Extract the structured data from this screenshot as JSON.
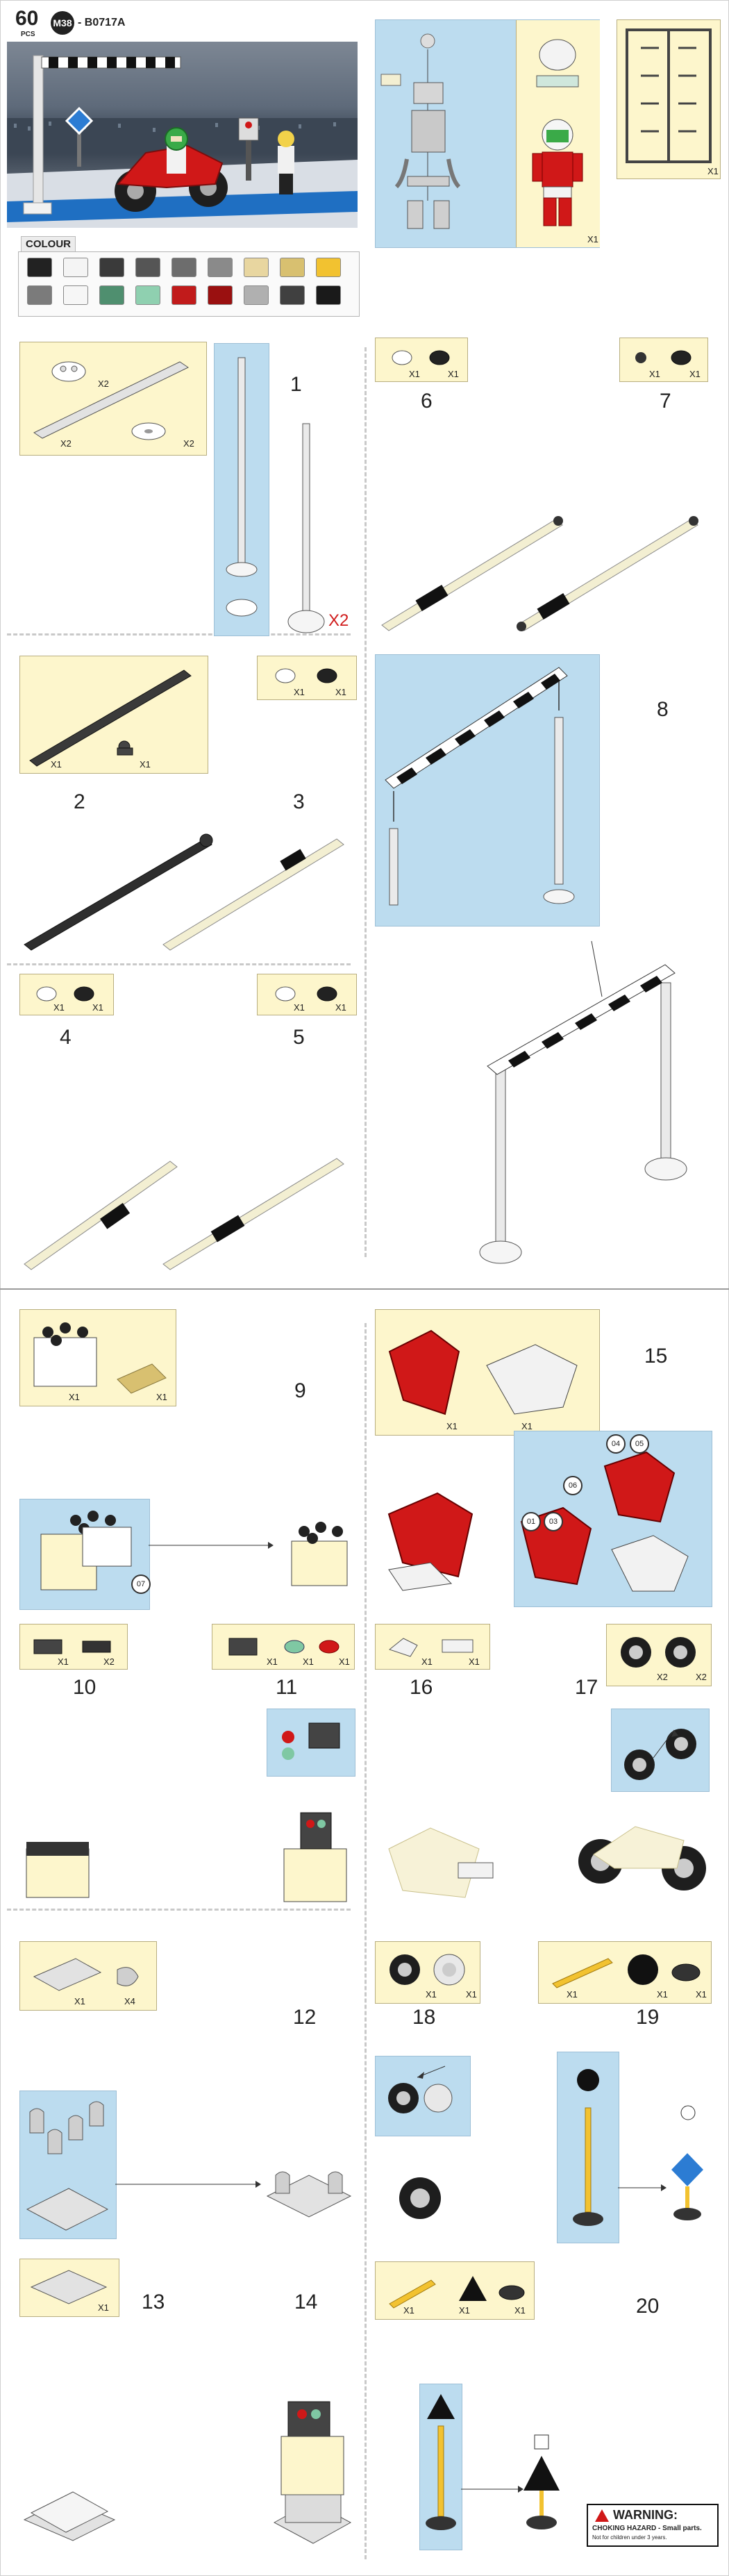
{
  "header": {
    "piece_count": "60",
    "pcs_label": "PCS",
    "series_badge": "M38",
    "model_code": "- B0717A"
  },
  "colour": {
    "label": "COLOUR",
    "swatches": [
      "#222222",
      "#f4f4f4",
      "#3a3a3a",
      "#555555",
      "#6d6d6d",
      "#8a8a8a",
      "#e8d6a0",
      "#d8c070",
      "#f2c230",
      "#7b7b7b",
      "#f6f6f6",
      "#4f8f6f",
      "#8fd0b0",
      "#c11b1b",
      "#9a1010",
      "#b0b0b0",
      "#404040",
      "#1a1a1a"
    ]
  },
  "steps": {
    "s1": "1",
    "s2": "2",
    "s3": "3",
    "s4": "4",
    "s5": "5",
    "s6": "6",
    "s7": "7",
    "s8": "8",
    "s9": "9",
    "s10": "10",
    "s11": "11",
    "s12": "12",
    "s13": "13",
    "s14": "14",
    "s15": "15",
    "s16": "16",
    "s17": "17",
    "s18": "18",
    "s19": "19",
    "s20": "20"
  },
  "qty": {
    "x1": "X1",
    "x2": "X2",
    "x4": "X4"
  },
  "callouts": {
    "c07": "07",
    "c04": "04",
    "c05": "05",
    "c06": "06",
    "c01": "01",
    "c03": "03"
  },
  "warning": {
    "title": "WARNING:",
    "line1": "CHOKING HAZARD - Small parts.",
    "line2": "Not for children under 3 years."
  }
}
